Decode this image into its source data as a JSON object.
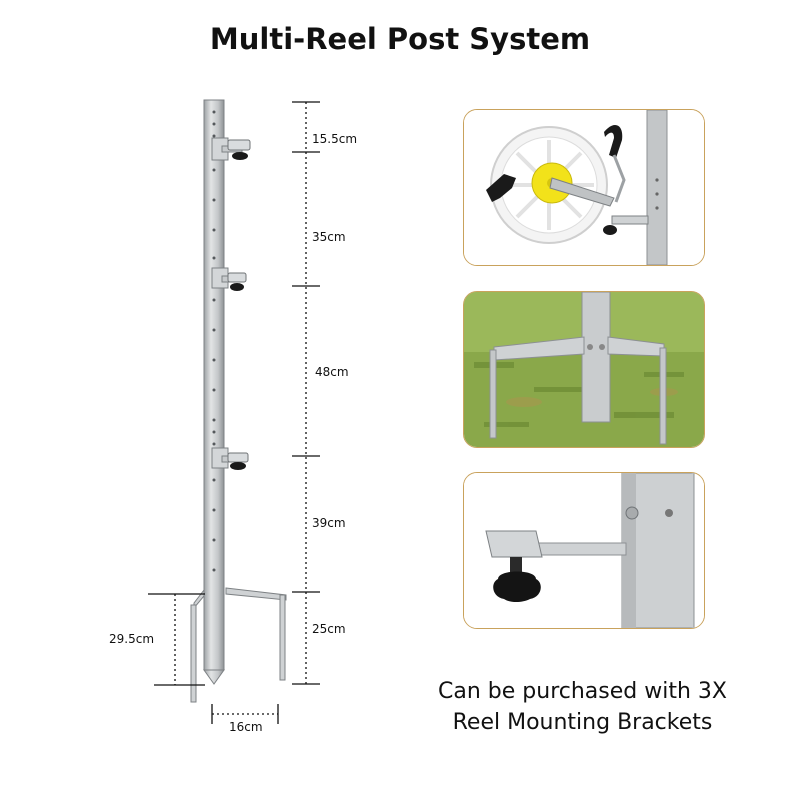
{
  "title": "Multi-Reel Post System",
  "dimensions": {
    "seg1": "15.5cm",
    "seg2": "35cm",
    "seg3": "48cm",
    "seg4": "39cm",
    "seg5": "25cm",
    "foot_height": "29.5cm",
    "foot_width": "16cm"
  },
  "photos": [
    {
      "subject": "reel-on-post"
    },
    {
      "subject": "tripod-foot-in-grass"
    },
    {
      "subject": "mounting-bracket-closeup"
    }
  ],
  "caption": {
    "line1": "Can be purchased with 3X",
    "line2": "Reel Mounting Brackets"
  },
  "colors": {
    "steel": "#c9ccce",
    "steel_dark": "#8c9093",
    "knob": "#1a1a1a",
    "photo_border": "#c9a25c",
    "grass": "#7a9a3e",
    "reel_yellow": "#f2e21a"
  }
}
